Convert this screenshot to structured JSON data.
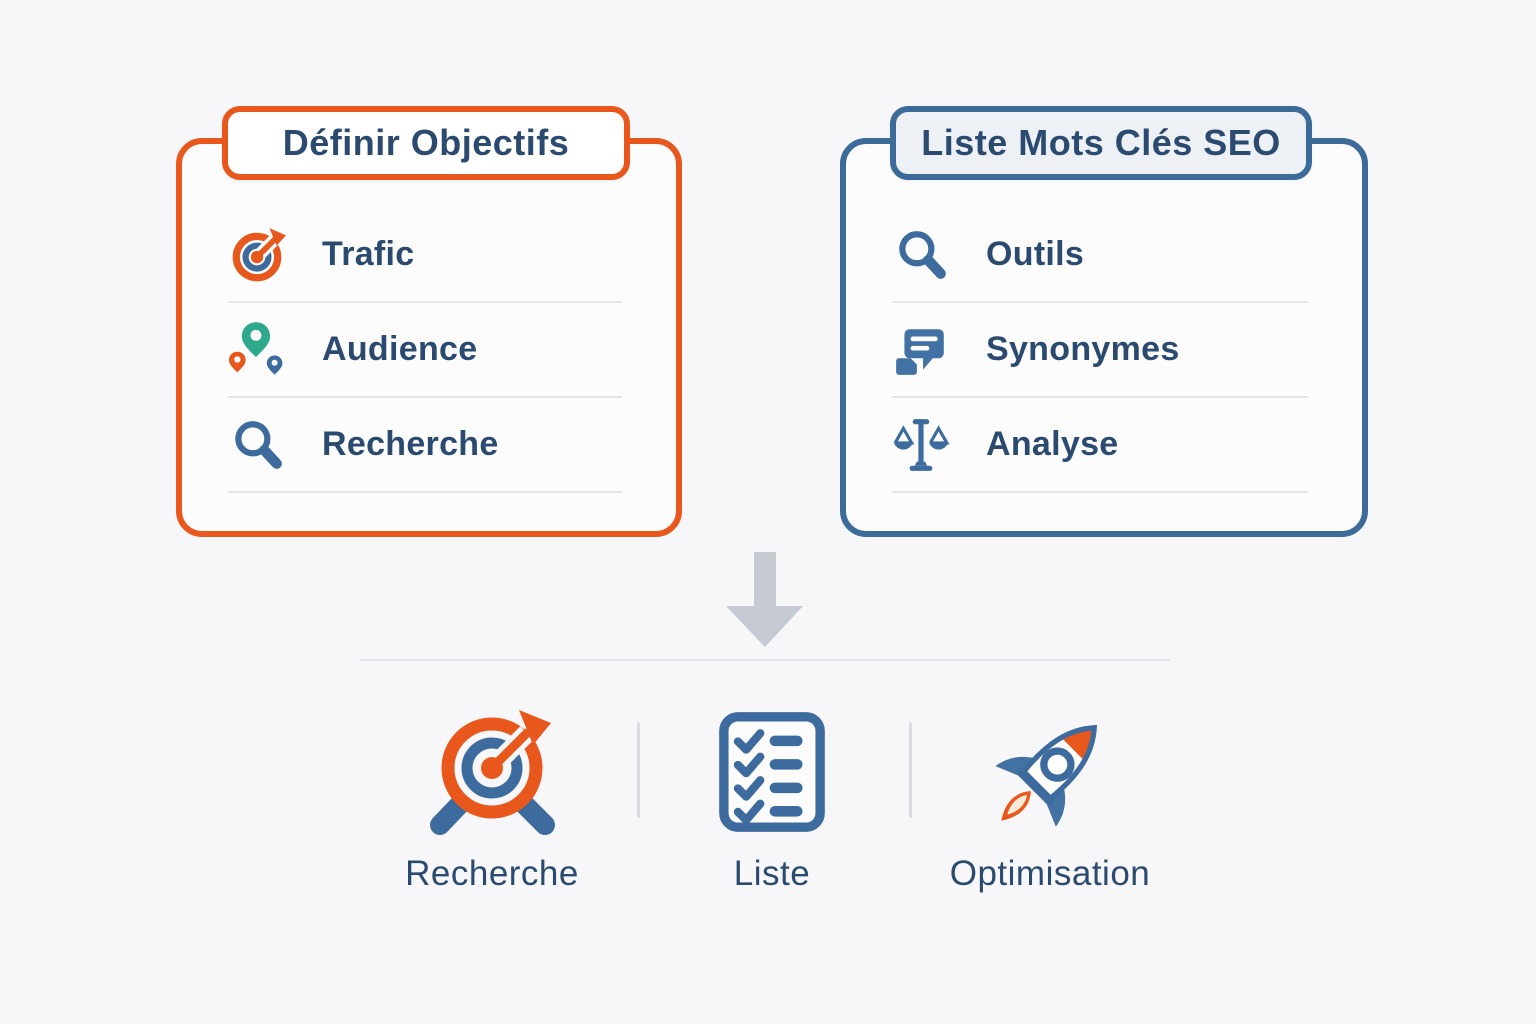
{
  "page": {
    "background": "#f7f7f9",
    "text_color": "#2b4a6f"
  },
  "colors": {
    "accent_orange": "#e8581c",
    "accent_blue": "#3c6b9a",
    "icon_blue": "#3d6b9e",
    "pin_teal": "#2ea98b",
    "arrow_gray": "#c5cad3",
    "navy_text": "#2b4a6f"
  },
  "cards": [
    {
      "title": "Définir Objectifs",
      "accent": "#e8581c",
      "items": [
        {
          "icon": "target-icon",
          "label": "Trafic"
        },
        {
          "icon": "map-pins-icon",
          "label": "Audience"
        },
        {
          "icon": "magnifier-icon",
          "label": "Recherche"
        }
      ]
    },
    {
      "title": "Liste Mots Clés SEO",
      "accent": "#3c6b9a",
      "items": [
        {
          "icon": "magnifier-icon",
          "label": "Outils"
        },
        {
          "icon": "speech-bubbles-icon",
          "label": "Synonymes"
        },
        {
          "icon": "scales-icon",
          "label": "Analyse"
        }
      ]
    }
  ],
  "flow": {
    "arrow_icon": "down-arrow-icon"
  },
  "results": [
    {
      "icon": "target-magnifier-icon",
      "label": "Recherche"
    },
    {
      "icon": "checklist-icon",
      "label": "Liste"
    },
    {
      "icon": "rocket-icon",
      "label": "Optimisation"
    }
  ]
}
